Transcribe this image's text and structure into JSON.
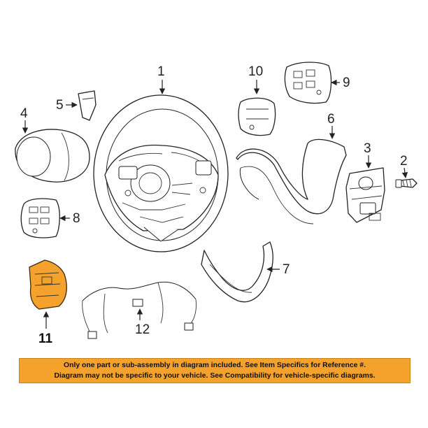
{
  "callouts": {
    "c1": "1",
    "c2": "2",
    "c3": "3",
    "c4": "4",
    "c5": "5",
    "c6": "6",
    "c7": "7",
    "c8": "8",
    "c9": "9",
    "c10": "10",
    "c11": "11",
    "c12": "12"
  },
  "highlight_color": "#f5a22c",
  "notice": {
    "line1": "Only one part or sub-assembly in diagram included. See Item Specifics for Reference #.",
    "line2": "Diagram may not be specific to your vehicle. See Compatibility for vehicle-specific diagrams."
  }
}
